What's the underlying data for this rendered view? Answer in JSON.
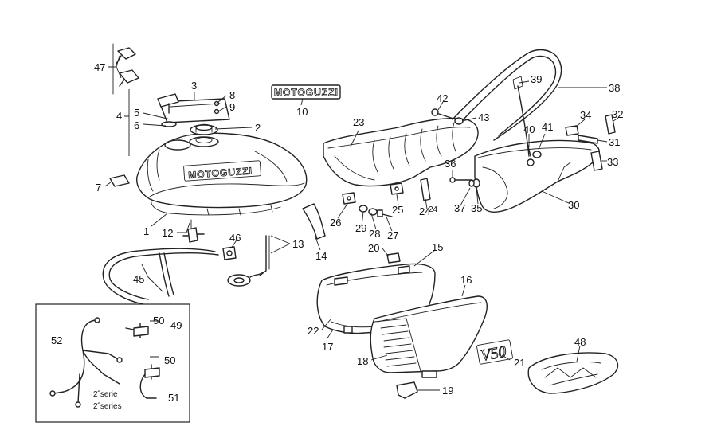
{
  "logos": {
    "tank": "MOTOGUZZI",
    "badge": "MOTOGUZZI",
    "model": "V50"
  },
  "labels": {
    "p1": "1",
    "p2": "2",
    "p3": "3",
    "p4": "4",
    "p5": "5",
    "p6": "6",
    "p7": "7",
    "p8": "8",
    "p9": "9",
    "p10": "10",
    "p12": "12",
    "p13": "13",
    "p14": "14",
    "p15": "15",
    "p16": "16",
    "p17": "17",
    "p18": "18",
    "p19": "19",
    "p20": "20",
    "p21": "21",
    "p22": "22",
    "p23": "23",
    "p24": "24",
    "p24b": "24",
    "p25": "25",
    "p26": "26",
    "p27": "27",
    "p28": "28",
    "p29": "29",
    "p30": "30",
    "p31": "31",
    "p32": "32",
    "p33": "33",
    "p34": "34",
    "p35": "35",
    "p36": "36",
    "p37": "37",
    "p38": "38",
    "p39": "39",
    "p40": "40",
    "p41": "41",
    "p42": "42",
    "p43": "43",
    "p45": "45",
    "p46": "46",
    "p47": "47",
    "p48": "48",
    "p49": "49",
    "p50a": "50",
    "p50b": "50",
    "p51": "51",
    "p52": "52"
  },
  "inset": {
    "line1": "2ˆserie",
    "line2": "2ˆseries"
  }
}
